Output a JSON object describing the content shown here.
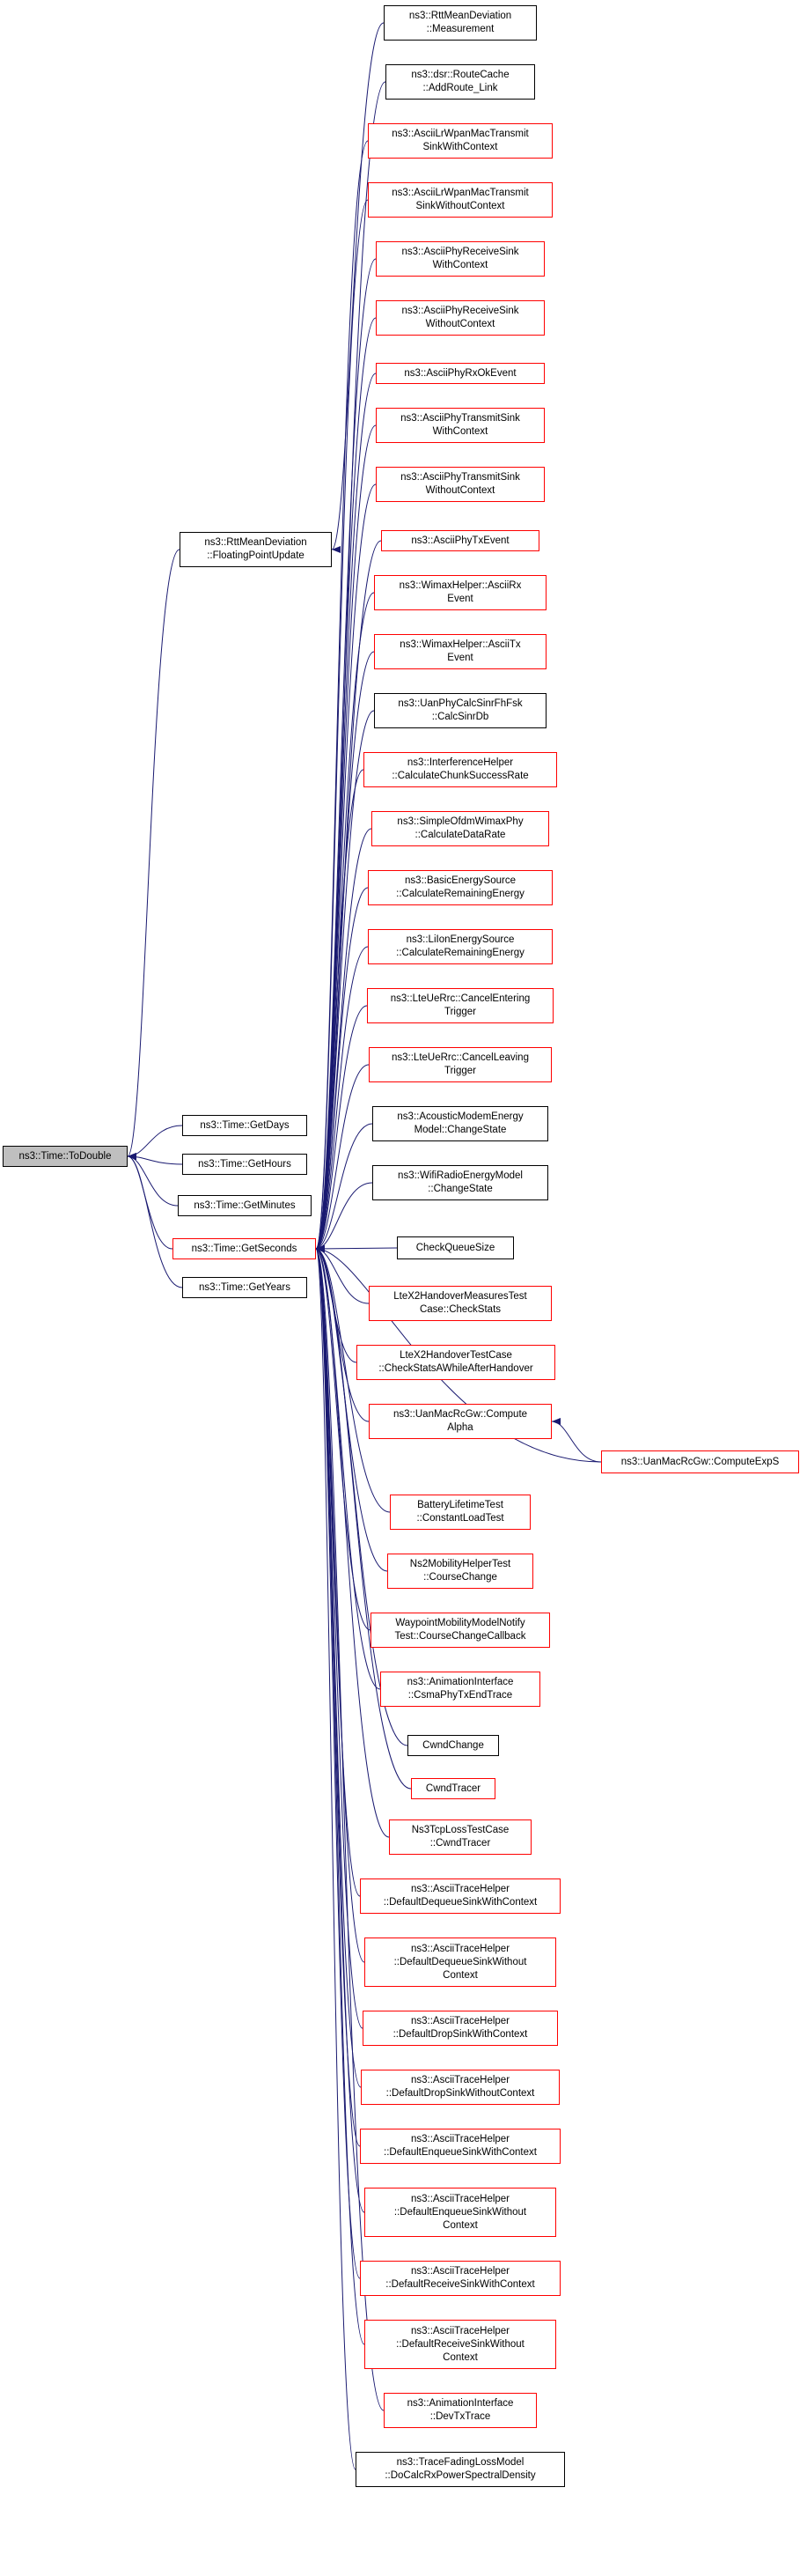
{
  "colors": {
    "edge": "#191970",
    "border_black": "#000000",
    "border_red": "#ff0000",
    "root_fill": "#bfbfbf"
  },
  "nodes": [
    {
      "id": "todouble",
      "label": "ns3::Time::ToDouble",
      "border": "black",
      "root": true
    },
    {
      "id": "floatingpointupdate",
      "label": "ns3::RttMeanDeviation\n::FloatingPointUpdate",
      "border": "black"
    },
    {
      "id": "getdays",
      "label": "ns3::Time::GetDays",
      "border": "black"
    },
    {
      "id": "gethours",
      "label": "ns3::Time::GetHours",
      "border": "black"
    },
    {
      "id": "getminutes",
      "label": "ns3::Time::GetMinutes",
      "border": "black"
    },
    {
      "id": "getseconds",
      "label": "ns3::Time::GetSeconds",
      "border": "red"
    },
    {
      "id": "getyears",
      "label": "ns3::Time::GetYears",
      "border": "black"
    },
    {
      "id": "measurement",
      "label": "ns3::RttMeanDeviation\n::Measurement",
      "border": "black"
    },
    {
      "id": "addroute",
      "label": "ns3::dsr::RouteCache\n::AddRoute_Link",
      "border": "black"
    },
    {
      "id": "lrwpan_with",
      "label": "ns3::AsciiLrWpanMacTransmit\nSinkWithContext",
      "border": "red"
    },
    {
      "id": "lrwpan_without",
      "label": "ns3::AsciiLrWpanMacTransmit\nSinkWithoutContext",
      "border": "red"
    },
    {
      "id": "phyrecv_with",
      "label": "ns3::AsciiPhyReceiveSink\nWithContext",
      "border": "red"
    },
    {
      "id": "phyrecv_without",
      "label": "ns3::AsciiPhyReceiveSink\nWithoutContext",
      "border": "red"
    },
    {
      "id": "phyrxok",
      "label": "ns3::AsciiPhyRxOkEvent",
      "border": "red"
    },
    {
      "id": "phytx_with",
      "label": "ns3::AsciiPhyTransmitSink\nWithContext",
      "border": "red"
    },
    {
      "id": "phytx_without",
      "label": "ns3::AsciiPhyTransmitSink\nWithoutContext",
      "border": "red"
    },
    {
      "id": "phytxevent",
      "label": "ns3::AsciiPhyTxEvent",
      "border": "red"
    },
    {
      "id": "wimax_rx",
      "label": "ns3::WimaxHelper::AsciiRx\nEvent",
      "border": "red"
    },
    {
      "id": "wimax_tx",
      "label": "ns3::WimaxHelper::AsciiTx\nEvent",
      "border": "red"
    },
    {
      "id": "uanfhfsk",
      "label": "ns3::UanPhyCalcSinrFhFsk\n::CalcSinrDb",
      "border": "black"
    },
    {
      "id": "interference",
      "label": "ns3::InterferenceHelper\n::CalculateChunkSuccessRate",
      "border": "red"
    },
    {
      "id": "ofdmwimax",
      "label": "ns3::SimpleOfdmWimaxPhy\n::CalculateDataRate",
      "border": "red"
    },
    {
      "id": "basicenergy",
      "label": "ns3::BasicEnergySource\n::CalculateRemainingEnergy",
      "border": "red"
    },
    {
      "id": "liion",
      "label": "ns3::LiIonEnergySource\n::CalculateRemainingEnergy",
      "border": "red"
    },
    {
      "id": "cancelentering",
      "label": "ns3::LteUeRrc::CancelEntering\nTrigger",
      "border": "red"
    },
    {
      "id": "cancelleaving",
      "label": "ns3::LteUeRrc::CancelLeaving\nTrigger",
      "border": "red"
    },
    {
      "id": "acousticmodem",
      "label": "ns3::AcousticModemEnergy\nModel::ChangeState",
      "border": "black"
    },
    {
      "id": "wifiradio",
      "label": "ns3::WifiRadioEnergyModel\n::ChangeState",
      "border": "black"
    },
    {
      "id": "checkqueuesize",
      "label": "CheckQueueSize",
      "border": "black"
    },
    {
      "id": "ltex2checkstats",
      "label": "LteX2HandoverMeasuresTest\nCase::CheckStats",
      "border": "red"
    },
    {
      "id": "ltex2after",
      "label": "LteX2HandoverTestCase\n::CheckStatsAWhileAfterHandover",
      "border": "red"
    },
    {
      "id": "uancomputealpha",
      "label": "ns3::UanMacRcGw::Compute\nAlpha",
      "border": "red"
    },
    {
      "id": "uancomputeexps",
      "label": "ns3::UanMacRcGw::ComputeExpS",
      "border": "red"
    },
    {
      "id": "battery",
      "label": "BatteryLifetimeTest\n::ConstantLoadTest",
      "border": "red"
    },
    {
      "id": "ns2mobility",
      "label": "Ns2MobilityHelperTest\n::CourseChange",
      "border": "red"
    },
    {
      "id": "waypoint",
      "label": "WaypointMobilityModelNotify\nTest::CourseChangeCallback",
      "border": "red"
    },
    {
      "id": "csmaphy",
      "label": "ns3::AnimationInterface\n::CsmaPhyTxEndTrace",
      "border": "red"
    },
    {
      "id": "cwndchange",
      "label": "CwndChange",
      "border": "black"
    },
    {
      "id": "cwndtracer",
      "label": "CwndTracer",
      "border": "red"
    },
    {
      "id": "tcploss",
      "label": "Ns3TcpLossTestCase\n::CwndTracer",
      "border": "red"
    },
    {
      "id": "deq_with",
      "label": "ns3::AsciiTraceHelper\n::DefaultDequeueSinkWithContext",
      "border": "red"
    },
    {
      "id": "deq_without",
      "label": "ns3::AsciiTraceHelper\n::DefaultDequeueSinkWithout\nContext",
      "border": "red"
    },
    {
      "id": "drop_with",
      "label": "ns3::AsciiTraceHelper\n::DefaultDropSinkWithContext",
      "border": "red"
    },
    {
      "id": "drop_without",
      "label": "ns3::AsciiTraceHelper\n::DefaultDropSinkWithoutContext",
      "border": "red"
    },
    {
      "id": "enq_with",
      "label": "ns3::AsciiTraceHelper\n::DefaultEnqueueSinkWithContext",
      "border": "red"
    },
    {
      "id": "enq_without",
      "label": "ns3::AsciiTraceHelper\n::DefaultEnqueueSinkWithout\nContext",
      "border": "red"
    },
    {
      "id": "rcv_with",
      "label": "ns3::AsciiTraceHelper\n::DefaultReceiveSinkWithContext",
      "border": "red"
    },
    {
      "id": "rcv_without",
      "label": "ns3::AsciiTraceHelper\n::DefaultReceiveSinkWithout\nContext",
      "border": "red"
    },
    {
      "id": "devtx",
      "label": "ns3::AnimationInterface\n::DevTxTrace",
      "border": "red"
    },
    {
      "id": "tracefading",
      "label": "ns3::TraceFadingLossModel\n::DoCalcRxPowerSpectralDensity",
      "border": "black"
    }
  ],
  "edges": [
    {
      "from": "floatingpointupdate",
      "to": "todouble"
    },
    {
      "from": "getdays",
      "to": "todouble"
    },
    {
      "from": "gethours",
      "to": "todouble"
    },
    {
      "from": "getminutes",
      "to": "todouble"
    },
    {
      "from": "getseconds",
      "to": "todouble"
    },
    {
      "from": "getyears",
      "to": "todouble"
    },
    {
      "from": "measurement",
      "to": "floatingpointupdate"
    },
    {
      "from": "addroute",
      "to": "getseconds"
    },
    {
      "from": "lrwpan_with",
      "to": "getseconds"
    },
    {
      "from": "lrwpan_without",
      "to": "getseconds"
    },
    {
      "from": "phyrecv_with",
      "to": "getseconds"
    },
    {
      "from": "phyrecv_without",
      "to": "getseconds"
    },
    {
      "from": "phyrxok",
      "to": "getseconds"
    },
    {
      "from": "phytx_with",
      "to": "getseconds"
    },
    {
      "from": "phytx_without",
      "to": "getseconds"
    },
    {
      "from": "phytxevent",
      "to": "getseconds"
    },
    {
      "from": "wimax_rx",
      "to": "getseconds"
    },
    {
      "from": "wimax_tx",
      "to": "getseconds"
    },
    {
      "from": "uanfhfsk",
      "to": "getseconds"
    },
    {
      "from": "interference",
      "to": "getseconds"
    },
    {
      "from": "ofdmwimax",
      "to": "getseconds"
    },
    {
      "from": "basicenergy",
      "to": "getseconds"
    },
    {
      "from": "liion",
      "to": "getseconds"
    },
    {
      "from": "cancelentering",
      "to": "getseconds"
    },
    {
      "from": "cancelleaving",
      "to": "getseconds"
    },
    {
      "from": "acousticmodem",
      "to": "getseconds"
    },
    {
      "from": "wifiradio",
      "to": "getseconds"
    },
    {
      "from": "checkqueuesize",
      "to": "getseconds"
    },
    {
      "from": "ltex2checkstats",
      "to": "getseconds"
    },
    {
      "from": "ltex2after",
      "to": "getseconds"
    },
    {
      "from": "uancomputealpha",
      "to": "getseconds"
    },
    {
      "from": "uancomputeexps",
      "to": "getseconds"
    },
    {
      "from": "uancomputeexps",
      "to": "uancomputealpha"
    },
    {
      "from": "battery",
      "to": "getseconds"
    },
    {
      "from": "ns2mobility",
      "to": "getseconds"
    },
    {
      "from": "waypoint",
      "to": "getseconds"
    },
    {
      "from": "csmaphy",
      "to": "getseconds"
    },
    {
      "from": "cwndchange",
      "to": "getseconds"
    },
    {
      "from": "cwndtracer",
      "to": "getseconds"
    },
    {
      "from": "tcploss",
      "to": "getseconds"
    },
    {
      "from": "deq_with",
      "to": "getseconds"
    },
    {
      "from": "deq_without",
      "to": "getseconds"
    },
    {
      "from": "drop_with",
      "to": "getseconds"
    },
    {
      "from": "drop_without",
      "to": "getseconds"
    },
    {
      "from": "enq_with",
      "to": "getseconds"
    },
    {
      "from": "enq_without",
      "to": "getseconds"
    },
    {
      "from": "rcv_with",
      "to": "getseconds"
    },
    {
      "from": "rcv_without",
      "to": "getseconds"
    },
    {
      "from": "devtx",
      "to": "getseconds"
    },
    {
      "from": "tracefading",
      "to": "getseconds"
    }
  ]
}
